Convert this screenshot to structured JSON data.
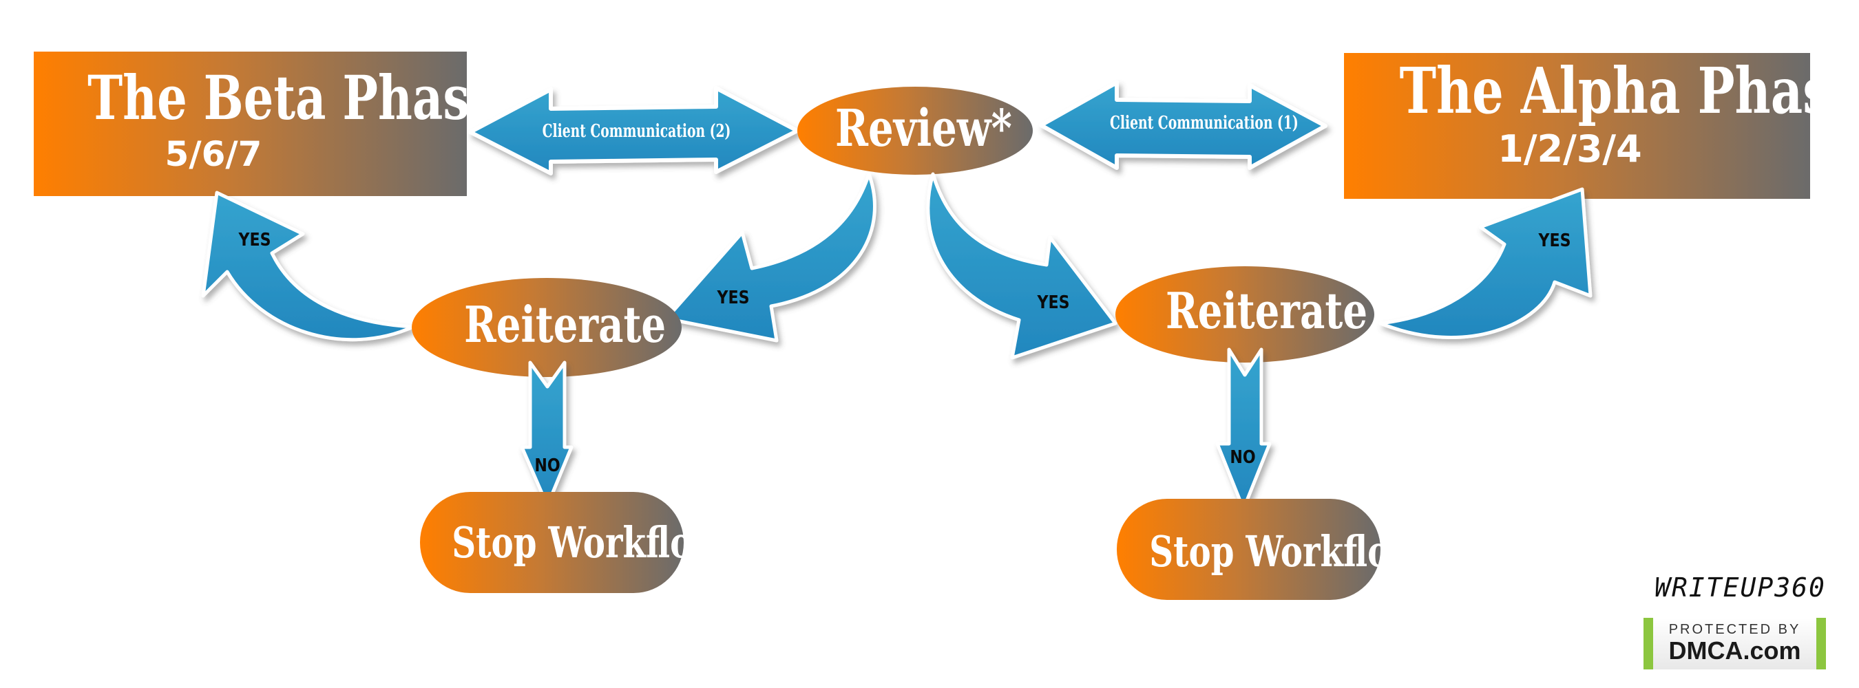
{
  "diagram": {
    "nodes": {
      "beta_phase": {
        "title": "The Beta Phase",
        "subtitle": "5/6/7"
      },
      "alpha_phase": {
        "title": "The Alpha Phase",
        "subtitle": "1/2/3/4"
      },
      "review": {
        "label": "Review*"
      },
      "reiterate_left": {
        "label": "Reiterate"
      },
      "reiterate_right": {
        "label": "Reiterate"
      },
      "stop_left": {
        "label": "Stop Workflow"
      },
      "stop_right": {
        "label": "Stop Workflow"
      }
    },
    "edges": {
      "comm_left": {
        "label": "Client Communication (2)",
        "from": "beta_phase",
        "to": "review",
        "bidirectional": true
      },
      "comm_right": {
        "label": "Client Communication (1)",
        "from": "review",
        "to": "alpha_phase",
        "bidirectional": true
      },
      "review_to_reiterate_left": {
        "label": "YES"
      },
      "review_to_reiterate_right": {
        "label": "YES"
      },
      "reiterate_left_to_beta": {
        "label": "YES"
      },
      "reiterate_right_to_alpha": {
        "label": "YES"
      },
      "reiterate_left_to_stop": {
        "label": "NO"
      },
      "reiterate_right_to_stop": {
        "label": "NO"
      }
    },
    "colors": {
      "gradient_start": "#FF7F00",
      "gradient_mid": "#C57A34",
      "gradient_end": "#6B6B6B",
      "arrow_blue": "#2E9FCB",
      "arrow_blue_dark": "#2489BF"
    }
  },
  "branding": {
    "watermark": "WRITEUP360",
    "badge_line1": "PROTECTED BY",
    "badge_line2": "DMCA.com"
  }
}
